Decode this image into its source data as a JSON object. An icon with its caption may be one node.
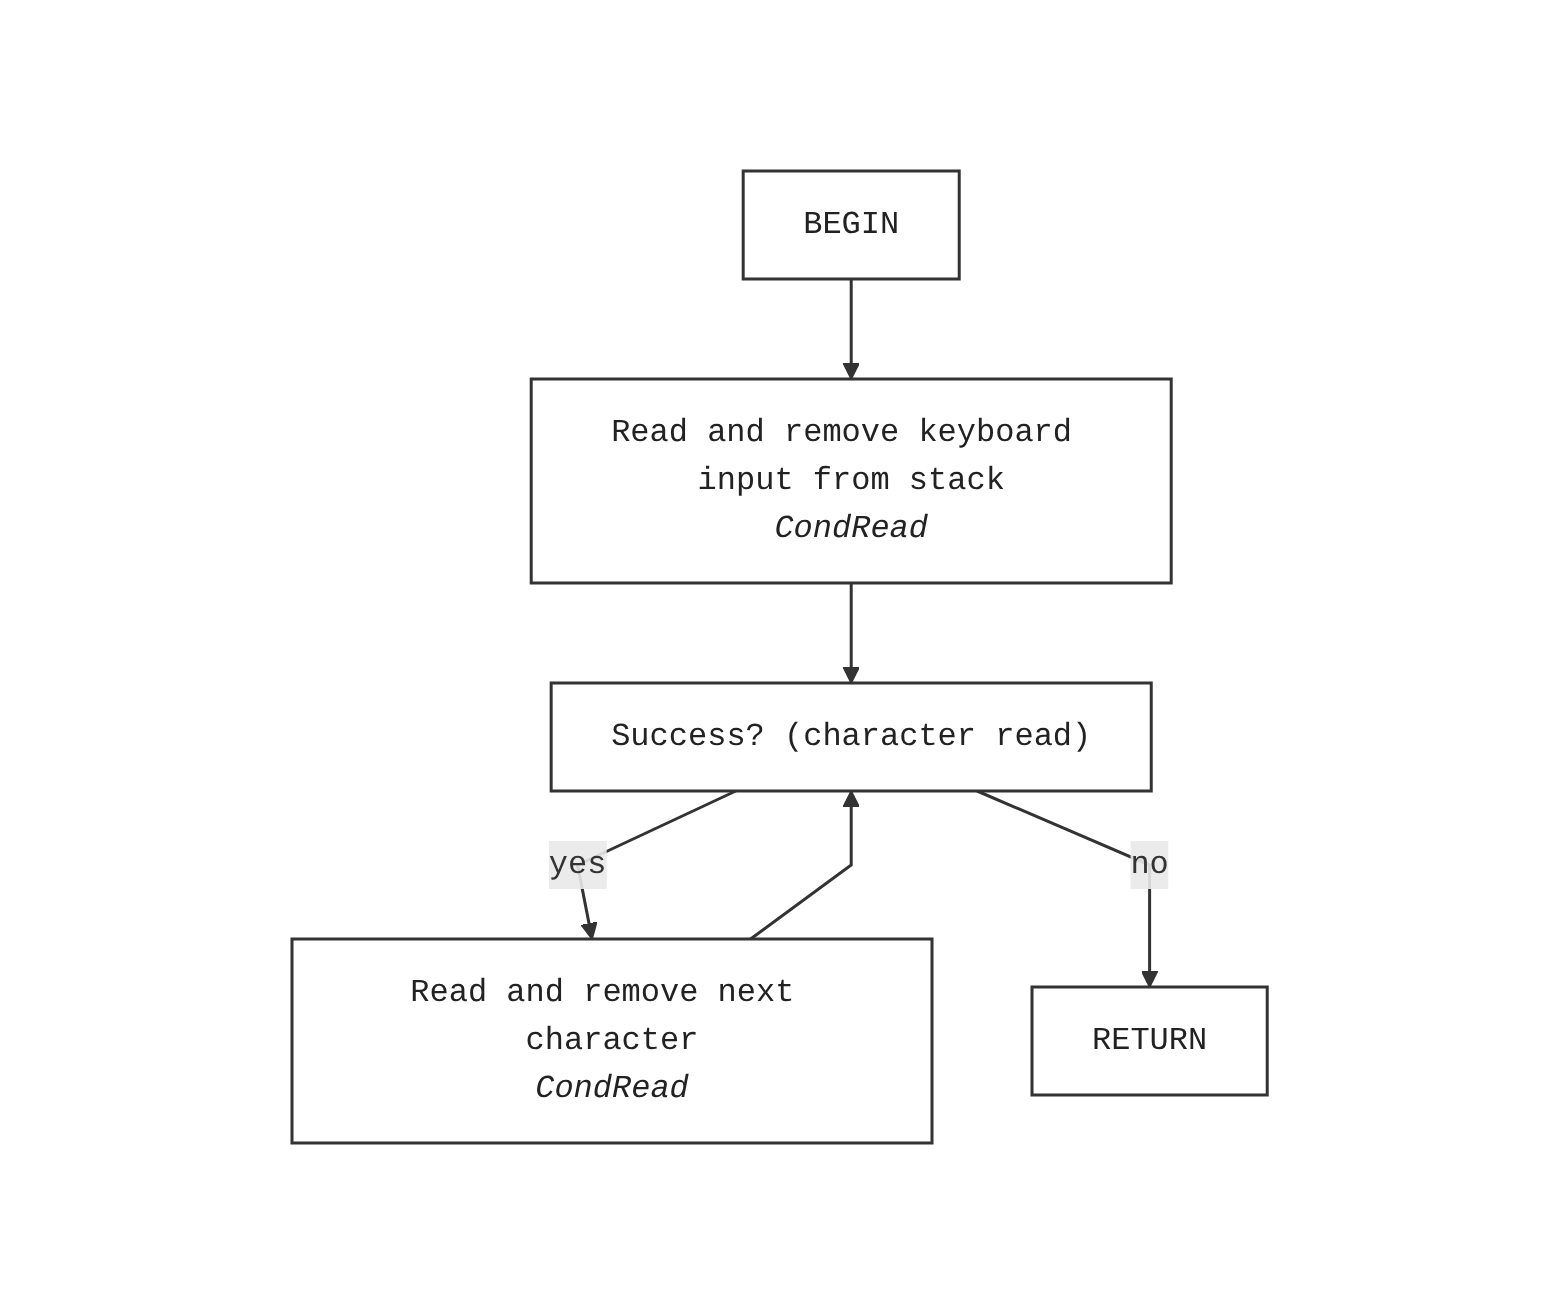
{
  "diagram": {
    "nodes": [
      {
        "text": [
          "BEGIN"
        ]
      },
      {
        "text": [
          "Read and remove keyboard input from stack",
          "CondRead"
        ]
      },
      {
        "text": [
          "Success? (character read)"
        ]
      },
      {
        "text": [
          "Read and remove next character",
          "CondRead"
        ]
      },
      {
        "text": [
          "RETURN"
        ]
      }
    ],
    "edges": [
      {
        "from": 0,
        "to": 1,
        "arrow": "to"
      },
      {
        "from": 1,
        "to": 2,
        "arrow": "to"
      },
      {
        "from": 2,
        "to": 3,
        "arrow": "to",
        "label": "yes"
      },
      {
        "from": 3,
        "to": 2,
        "arrow": "to"
      },
      {
        "from": 2,
        "to": 4,
        "arrow": "to",
        "label": "no"
      }
    ]
  }
}
